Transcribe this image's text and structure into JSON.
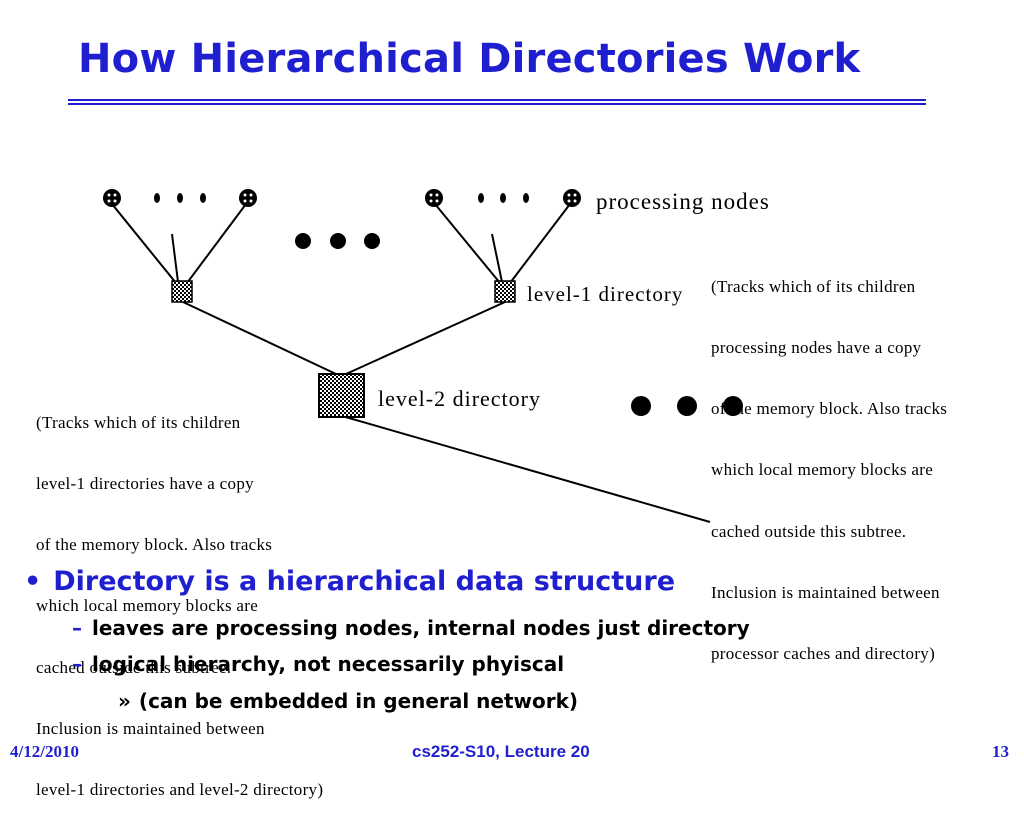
{
  "slide": {
    "title": "How Hierarchical Directories Work"
  },
  "diagram": {
    "processing_nodes_label": "processing nodes",
    "level1_label": "level-1 directory",
    "level2_label": "level-2 directory",
    "level1_note": [
      "(Tracks which of its children",
      "processing nodes have a copy",
      "of the memory block. Also tracks",
      "which local memory blocks are",
      "cached outside this subtree.",
      "Inclusion is maintained between",
      "processor caches and directory)"
    ],
    "level2_note": [
      "(Tracks which of its children",
      "level-1 directories have a copy",
      "of the memory block. Also tracks",
      "which local memory blocks are",
      "cached outside this subtree.",
      "Inclusion is maintained between",
      "level-1 directories and level-2 directory)"
    ]
  },
  "bullets": {
    "main": "Directory is a hierarchical data structure",
    "sub1": "leaves are processing nodes, internal nodes just directory",
    "sub2": "logical hierarchy, not necessarily phyiscal",
    "subsub1": "(can be embedded in general network)"
  },
  "footer": {
    "date": "4/12/2010",
    "course": "cs252-S10, Lecture 20",
    "page": "13"
  },
  "colors": {
    "title_blue": "#1f1fd0",
    "text_black": "#000000"
  }
}
